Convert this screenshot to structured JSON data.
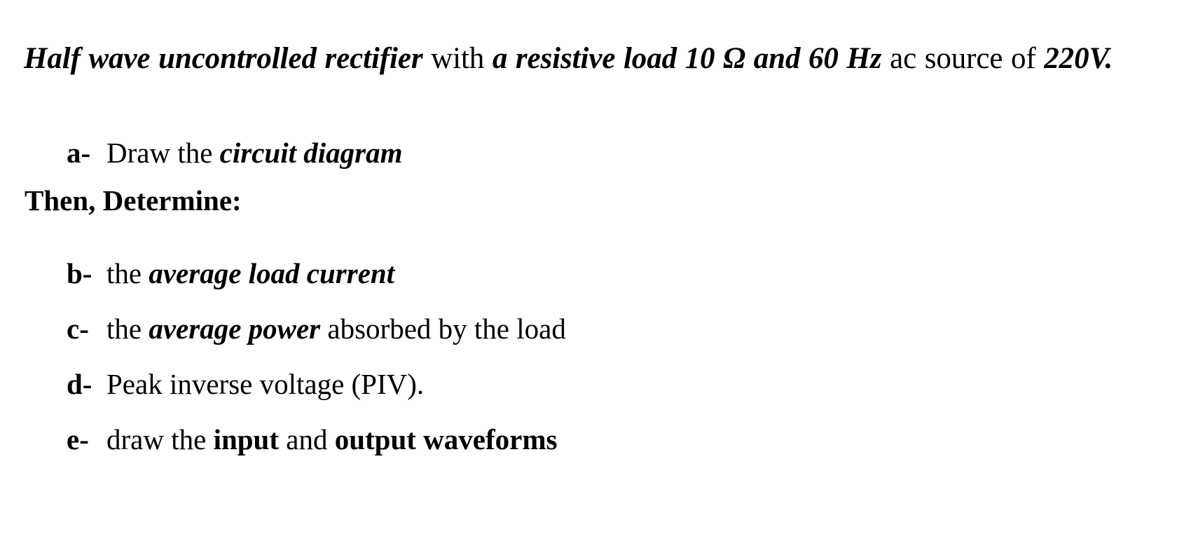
{
  "document": {
    "background_color": "#ffffff",
    "text_color": "#000000",
    "intro": {
      "run_1": "Half wave uncontrolled rectifier",
      "run_2": " with ",
      "run_3": "a resistive load 10 Ω and 60 Hz",
      "run_4": " ac source of ",
      "run_5": "220V."
    },
    "then_determine": "Then, Determine:",
    "items": [
      {
        "marker": "a-",
        "run_1": "Draw the ",
        "run_2": "circuit diagram",
        "run_3": ""
      },
      {
        "marker": "b-",
        "run_1": "the ",
        "run_2": "average load current",
        "run_3": ""
      },
      {
        "marker": "c-",
        "run_1": "the ",
        "run_2": "average power",
        "run_3": " absorbed by the load"
      },
      {
        "marker": "d-",
        "run_1": "Peak inverse voltage (PIV).",
        "run_2": "",
        "run_3": ""
      },
      {
        "marker": "e-",
        "run_1": "draw the ",
        "run_2": "input",
        "run_3": " and ",
        "run_4": "output waveforms"
      }
    ]
  }
}
